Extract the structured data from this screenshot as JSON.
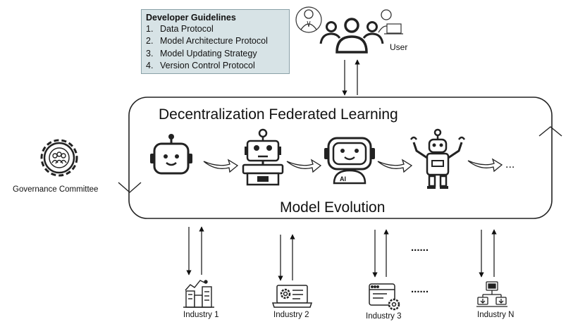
{
  "guidelines": {
    "title": "Developer Guidelines",
    "items": [
      {
        "num": "1.",
        "text": "Data Protocol"
      },
      {
        "num": "2.",
        "text": "Model Architecture Protocol"
      },
      {
        "num": "3.",
        "text": "Model Updating Strategy"
      },
      {
        "num": "4.",
        "text": "Version Control Protocol"
      }
    ]
  },
  "user": {
    "label": "User"
  },
  "governance": {
    "label": "Governance Committee"
  },
  "main": {
    "title": "Decentralization Federated Learning",
    "subtitle": "Model Evolution",
    "ellipsis": "..."
  },
  "robot_ai_label": "AI",
  "industries": [
    {
      "label": "Industry 1"
    },
    {
      "label": "Industry 2"
    },
    {
      "label": "Industry 3"
    },
    {
      "label": "Industry N"
    }
  ],
  "dots": "......"
}
